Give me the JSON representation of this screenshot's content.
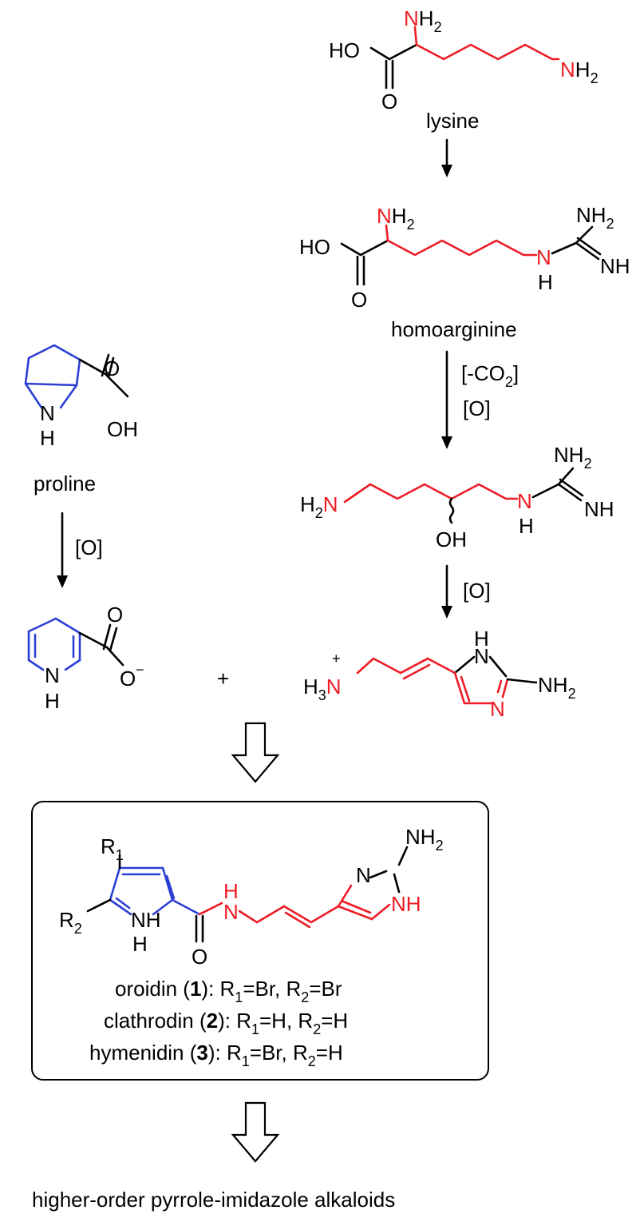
{
  "colors": {
    "carbon_bond": "#000000",
    "lysine_derived": "#ee1c25",
    "proline_derived": "#2b3fd6"
  },
  "atoms": {
    "HO": "HO",
    "O": "O",
    "OH": "OH",
    "NH": "NH",
    "N": "N",
    "H": "H",
    "NH2_main": "NH",
    "H3_main": "H",
    "sub_2": "2",
    "sub_3": "3",
    "sub_1": "1",
    "R": "R",
    "minus": "−",
    "plus_charge": "+",
    "tilde_note": ""
  },
  "compounds": {
    "lysine": "lysine",
    "homoarginine": "homoarginine",
    "proline": "proline"
  },
  "conditions": {
    "decarboxylation_a": "[-CO",
    "decarboxylation_b": "2",
    "decarboxylation_c": "]",
    "oxidation": "[O]"
  },
  "plus_sign": "+",
  "products": {
    "oroidin": {
      "name": "oroidin (",
      "num": "1",
      "mid": "): R",
      "r1": "=Br, R",
      "r2": "=Br"
    },
    "clathrodin": {
      "name": "clathrodin (",
      "num": "2",
      "mid": "): R",
      "r1": "=H, R",
      "r2": "=H"
    },
    "hymenidin": {
      "name": "hymenidin (",
      "num": "3",
      "mid": "): R",
      "r1": "=Br, R",
      "r2": "=H"
    }
  },
  "final_caption": "higher-order pyrrole-imidazole alkaloids"
}
